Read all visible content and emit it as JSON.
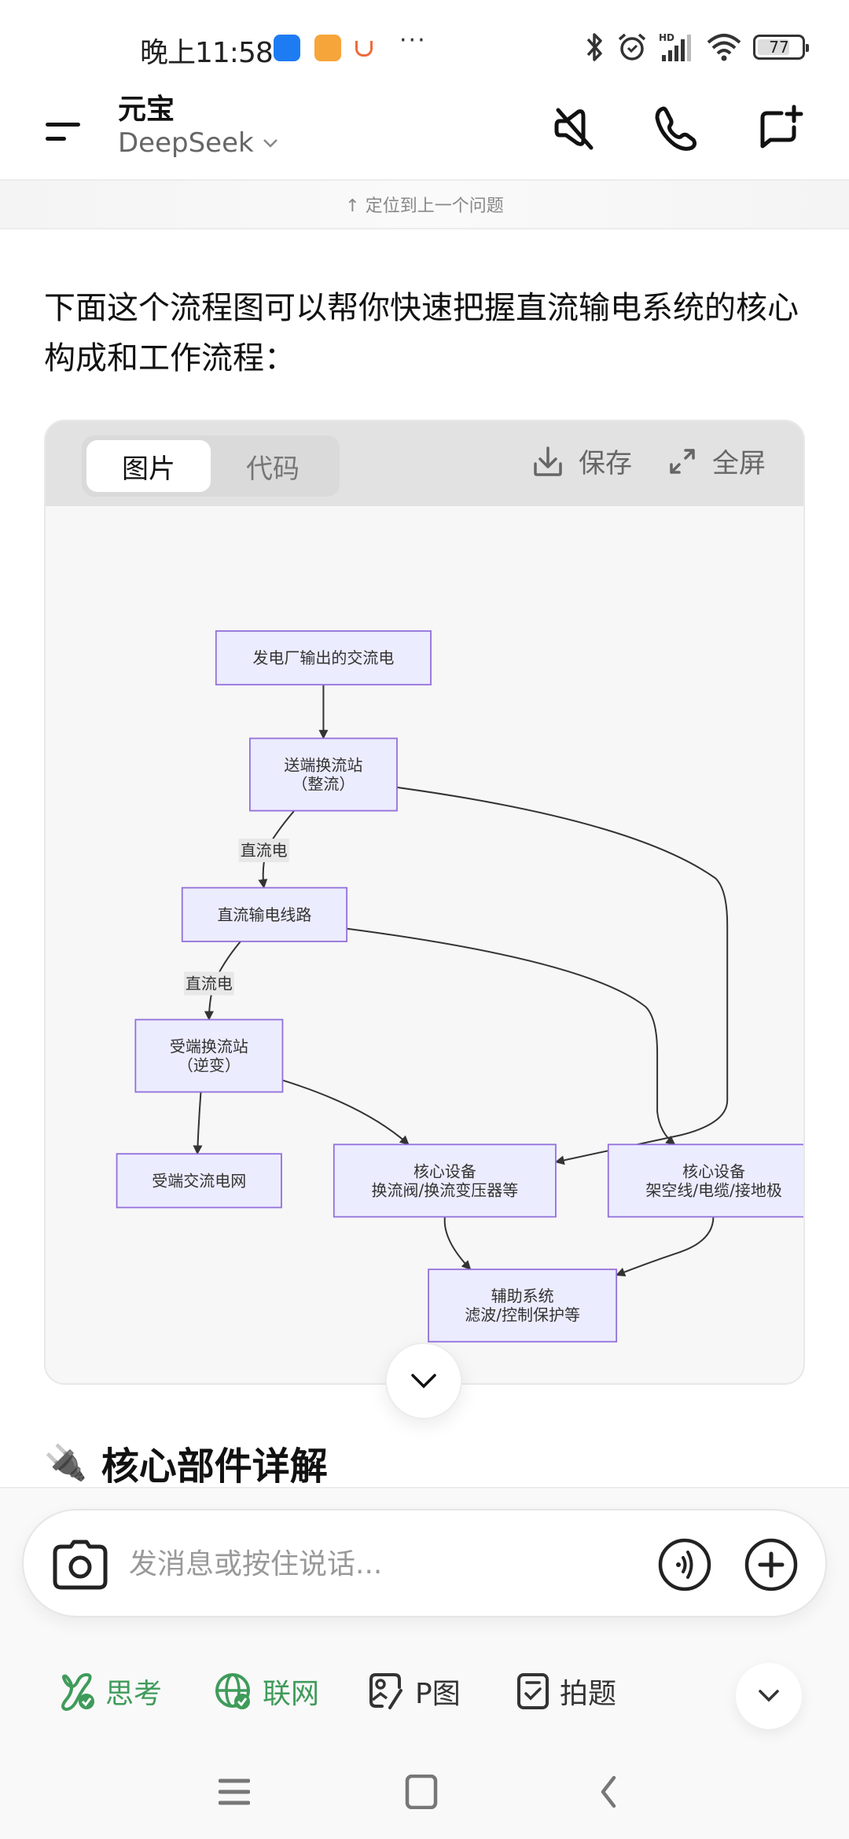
{
  "status_bar": {
    "time": "晚上11:58",
    "notification_icons": [
      "ai-app-icon",
      "notes-app-icon",
      "didi-app-icon"
    ],
    "more": "···",
    "system_icons": [
      "bluetooth-icon",
      "alarm-icon",
      "hd-signal-icon",
      "wifi-icon"
    ],
    "signal_label": "HD",
    "battery": "77",
    "battery_level": 0.77
  },
  "header": {
    "title": "元宝",
    "model": "DeepSeek",
    "actions": [
      "mute-icon",
      "phone-icon",
      "new-chat-icon"
    ]
  },
  "locate_bar": {
    "label": "↑ 定位到上一个问题"
  },
  "message": {
    "text": "下面这个流程图可以帮你快速把握直流输电系统的核心构成和工作流程："
  },
  "diagram_card": {
    "tabs": [
      {
        "label": "图片",
        "active": true
      },
      {
        "label": "代码",
        "active": false
      }
    ],
    "save_label": "保存",
    "fullscreen_label": "全屏",
    "flowchart": {
      "nodes": [
        {
          "id": "A",
          "lines": [
            "发电厂输出的交流电"
          ]
        },
        {
          "id": "B",
          "lines": [
            "送端换流站",
            "（整流）"
          ]
        },
        {
          "id": "C",
          "lines": [
            "直流输电线路"
          ]
        },
        {
          "id": "D",
          "lines": [
            "受端换流站",
            "（逆变）"
          ]
        },
        {
          "id": "E",
          "lines": [
            "受端交流电网"
          ]
        },
        {
          "id": "F",
          "lines": [
            "核心设备",
            "换流阀/换流变压器等"
          ]
        },
        {
          "id": "G",
          "lines": [
            "核心设备",
            "架空线/电缆/接地极"
          ]
        },
        {
          "id": "H",
          "lines": [
            "辅助系统",
            "滤波/控制保护等"
          ]
        }
      ],
      "edges": [
        {
          "from": "A",
          "to": "B",
          "label": ""
        },
        {
          "from": "B",
          "to": "C",
          "label": "直流电"
        },
        {
          "from": "C",
          "to": "D",
          "label": "直流电"
        },
        {
          "from": "D",
          "to": "E",
          "label": ""
        },
        {
          "from": "B",
          "to": "F",
          "label": ""
        },
        {
          "from": "D",
          "to": "F",
          "label": ""
        },
        {
          "from": "C",
          "to": "G",
          "label": ""
        },
        {
          "from": "F",
          "to": "H",
          "label": ""
        },
        {
          "from": "G",
          "to": "H",
          "label": ""
        }
      ],
      "colors": {
        "node_fill": "#ececff",
        "node_stroke": "#9370db",
        "edge": "#333333",
        "label_bg": "#e8e8e8"
      }
    }
  },
  "section": {
    "emoji": "🔌",
    "title": "核心部件详解"
  },
  "composer": {
    "placeholder": "发消息或按住说话...",
    "value": ""
  },
  "tools": [
    {
      "label": "思考",
      "icon": "think-icon",
      "active": true
    },
    {
      "label": "联网",
      "icon": "globe-icon",
      "active": true
    },
    {
      "label": "P图",
      "icon": "image-edit-icon",
      "active": false
    },
    {
      "label": "拍题",
      "icon": "question-scan-icon",
      "active": false
    }
  ],
  "colors": {
    "accent_green": "#3f9b5a"
  }
}
